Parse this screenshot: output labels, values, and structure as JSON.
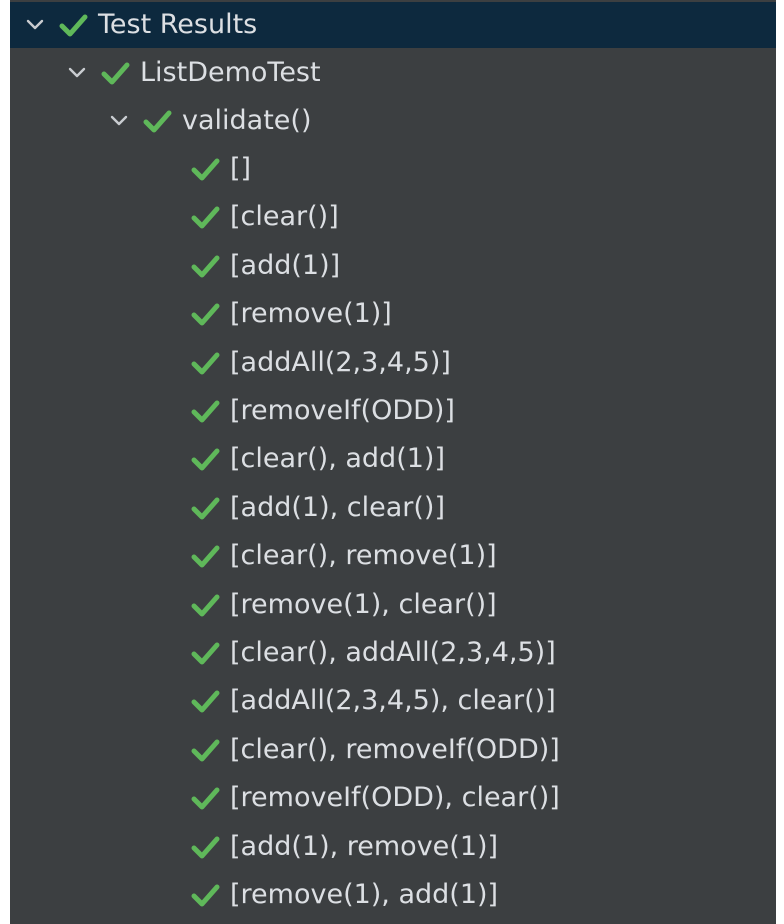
{
  "colors": {
    "panel_bg": "#3c3f41",
    "selected_bg": "#0d293e",
    "check": "#5fb85a",
    "text": "#dcdfe3"
  },
  "tree": {
    "root": {
      "label": "Test Results",
      "icon": "check-icon",
      "expanded": true,
      "selected": true
    },
    "class_node": {
      "label": "ListDemoTest",
      "icon": "check-icon",
      "expanded": true
    },
    "method_node": {
      "label": "validate()",
      "icon": "check-icon",
      "expanded": true
    },
    "cases": [
      {
        "label": "[]"
      },
      {
        "label": "[clear()]"
      },
      {
        "label": "[add(1)]"
      },
      {
        "label": "[remove(1)]"
      },
      {
        "label": "[addAll(2,3,4,5)]"
      },
      {
        "label": "[removeIf(ODD)]"
      },
      {
        "label": "[clear(), add(1)]"
      },
      {
        "label": "[add(1), clear()]"
      },
      {
        "label": "[clear(), remove(1)]"
      },
      {
        "label": "[remove(1), clear()]"
      },
      {
        "label": "[clear(), addAll(2,3,4,5)]"
      },
      {
        "label": "[addAll(2,3,4,5), clear()]"
      },
      {
        "label": "[clear(), removeIf(ODD)]"
      },
      {
        "label": "[removeIf(ODD), clear()]"
      },
      {
        "label": "[add(1), remove(1)]"
      },
      {
        "label": "[remove(1), add(1)]"
      }
    ]
  }
}
